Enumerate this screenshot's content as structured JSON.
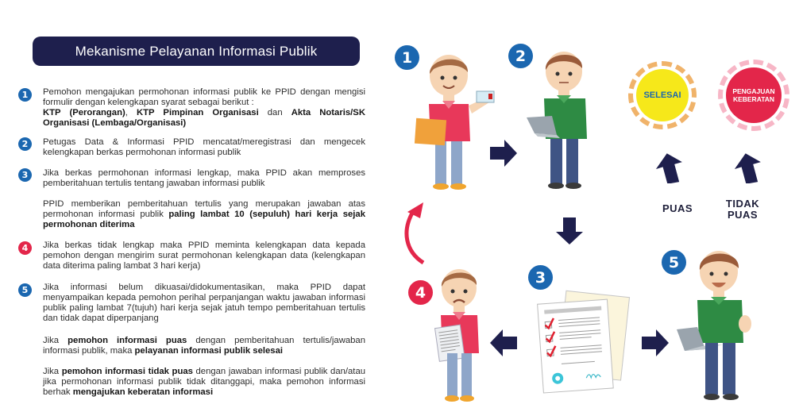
{
  "title": "Mekanisme Pelayanan Informasi Publik",
  "colors": {
    "navy": "#1e1f4d",
    "blue_badge": "#1b67b0",
    "red_badge": "#e3264a",
    "selesai_yellow": "#f6e81a",
    "selesai_ring": "#f0b36a",
    "keberatan_red": "#e3264a",
    "keberatan_ring": "#f7b6c6"
  },
  "steps": [
    {
      "number": "1",
      "color": "blue",
      "text_plain": "Pemohon mengajukan permohonan informasi publik ke PPID dengan mengisi formulir dengan kelengkapan syarat sebagai berikut :",
      "bold_1": "KTP (Perorangan)",
      "sep_1": ", ",
      "bold_2": "KTP Pimpinan Organisasi",
      "sep_2": " dan ",
      "bold_3": "Akta Notaris/SK Organisasi (Lembaga/Organisasi)"
    },
    {
      "number": "2",
      "color": "blue",
      "text": "Petugas Data & Informasi PPID mencatat/meregistrasi dan mengecek kelengkapan berkas permohonan informasi publik"
    },
    {
      "number": "3",
      "color": "blue",
      "text": "Jika berkas permohonan informasi lengkap, maka PPID akan memproses pemberitahuan tertulis tentang jawaban informasi publik",
      "note_plain": "PPID memberikan pemberitahuan tertulis yang merupakan jawaban atas permohonan informasi publik ",
      "note_bold": "paling lambat 10 (sepuluh) hari kerja sejak permohonan diterima"
    },
    {
      "number": "4",
      "color": "red",
      "text": "Jika berkas tidak lengkap maka PPID meminta kelengkapan data kepada pemohon dengan mengirim surat permohonan kelengkapan data (kelengkapan data diterima paling lambat 3 hari kerja)"
    },
    {
      "number": "5",
      "color": "blue",
      "text": "Jika informasi belum dikuasai/didokumentasikan, maka PPID dapat menyampaikan kepada pemohon perihal perpanjangan waktu jawaban informasi publik paling lambat 7(tujuh) hari kerja sejak jatuh tempo pemberitahuan tertulis dan tidak dapat diperpanjang"
    }
  ],
  "outcomes": {
    "puas": {
      "p1": "Jika ",
      "b1": "pemohon informasi puas",
      "p2": " dengan pemberitahuan tertulis/jawaban informasi publik, maka ",
      "b2": "pelayanan informasi publik selesai"
    },
    "tidak_puas": {
      "p1": "Jika ",
      "b1": "pemohon informasi tidak puas",
      "p2": " dengan jawaban informasi publik dan/atau jika permohonan informasi publik tidak ditanggapi, maka pemohon informasi berhak ",
      "b2": "mengajukan keberatan informasi"
    }
  },
  "diagram": {
    "badges": [
      "1",
      "2",
      "3",
      "4",
      "5"
    ],
    "selesai_label": "SELESAI",
    "keberatan_label_1": "PENGAJUAN",
    "keberatan_label_2": "KEBERATAN",
    "puas_label": "PUAS",
    "tidak_puas_label_1": "TIDAK",
    "tidak_puas_label_2": "PUAS"
  }
}
